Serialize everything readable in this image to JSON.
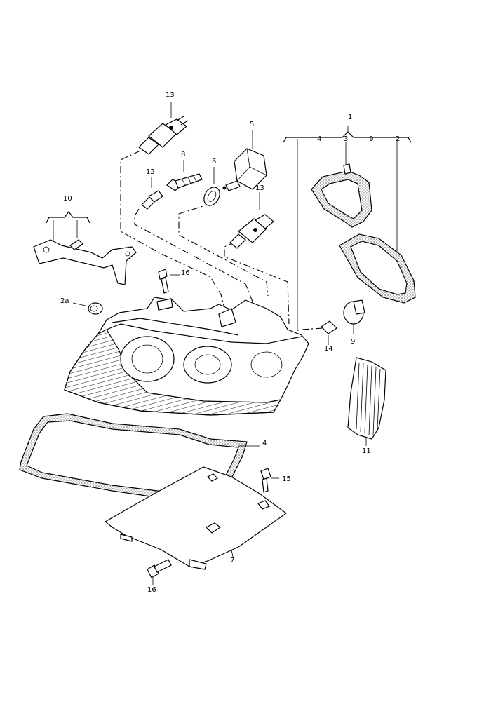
{
  "callouts": {
    "c1": "1",
    "c2": "2",
    "c2a": "2a",
    "c3": "3",
    "c4_group": "4",
    "c4_gasket": "4",
    "c5": "5",
    "c6": "6",
    "c7": "7",
    "c8": "8",
    "c9_group": "9",
    "c9_bulb": "9",
    "c10": "10",
    "c11": "11",
    "c12": "12",
    "c13_top": "13",
    "c13_mid": "13",
    "c14": "14",
    "c15": "15",
    "c16_upper": "16",
    "c16_lower": "16"
  }
}
